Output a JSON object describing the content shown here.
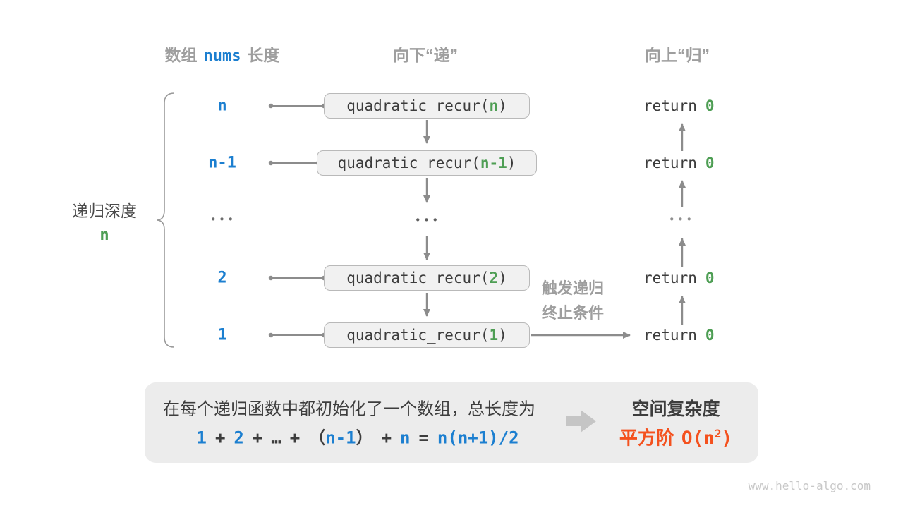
{
  "headers": {
    "col1_part1": "数组",
    "col1_code": "nums",
    "col1_part2": "长度",
    "col2": "向下“递”",
    "col3": "向上“归”"
  },
  "depth_label": {
    "text": "递归深度",
    "value": "n"
  },
  "rows": [
    {
      "depth": "n",
      "fn_open": "quadratic_recur(",
      "arg": "n",
      "fn_close": ")",
      "ret": "return",
      "ret_val": "0"
    },
    {
      "depth": "n-1",
      "fn_open": "quadratic_recur(",
      "arg": "n-1",
      "fn_close": ")",
      "ret": "return",
      "ret_val": "0"
    },
    {
      "depth": "2",
      "fn_open": "quadratic_recur(",
      "arg": "2",
      "fn_close": ")",
      "ret": "return",
      "ret_val": "0"
    },
    {
      "depth": "1",
      "fn_open": "quadratic_recur(",
      "arg": "1",
      "fn_close": ")",
      "ret": "return",
      "ret_val": "0"
    }
  ],
  "ellipsis": {
    "left": "•••",
    "middle": "•••",
    "right": "•••"
  },
  "trigger_note": {
    "line1": "触发递归",
    "line2": "终止条件"
  },
  "summary": {
    "line1": "在每个递归函数中都初始化了一个数组，总长度为",
    "formula": {
      "n1": "1",
      "op1": "+",
      "n2": "2",
      "op2": "+",
      "dots": "…",
      "op3": "+",
      "paren_open": "（",
      "n3": "n-1",
      "paren_close": "）",
      "op4": "+",
      "n4": "n",
      "eq": "=",
      "result": "n(n+1)/2"
    },
    "result_title": "空间复杂度",
    "result_label": "平方阶",
    "result_big_o": "O(n",
    "result_sup": "2",
    "result_close": ")"
  },
  "watermark": "www.hello-algo.com",
  "colors": {
    "blue": "#1c7fd0",
    "green": "#4e9e54",
    "orange": "#f4511e",
    "gray_label": "#9e9e9e",
    "dark_text": "#3c3c3c",
    "line": "#8c8c8c"
  }
}
